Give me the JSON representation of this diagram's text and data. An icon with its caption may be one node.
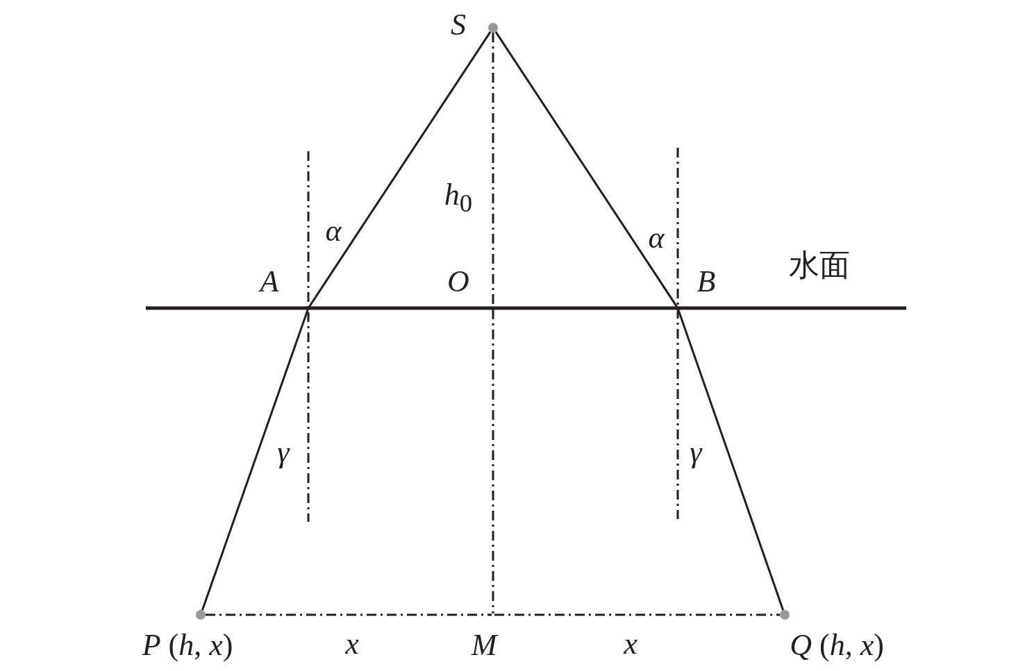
{
  "diagram": {
    "nodes": [
      {
        "text": [
          "S"
        ]
      },
      {
        "text": [
          "A"
        ]
      },
      {
        "text": [
          "O"
        ]
      },
      {
        "text": [
          "B"
        ]
      },
      {
        "text": [
          "*P* (*h*, *x*)"
        ]
      },
      {
        "text": [
          "M"
        ]
      },
      {
        "text": [
          "*Q* (*h*, *x*)"
        ]
      }
    ],
    "edges": [
      {
        "from": 0,
        "to": 1,
        "arrow": "none"
      },
      {
        "from": 0,
        "to": 3,
        "arrow": "none"
      },
      {
        "from": 1,
        "to": 4,
        "arrow": "none"
      },
      {
        "from": 3,
        "to": 6,
        "arrow": "none"
      },
      {
        "from": 0,
        "to": 2,
        "arrow": "none",
        "style": "dashed"
      },
      {
        "from": 2,
        "to": 5,
        "arrow": "none",
        "style": "dashed"
      },
      {
        "from": 4,
        "to": 5,
        "arrow": "none",
        "style": "dashed"
      },
      {
        "from": 5,
        "to": 6,
        "arrow": "none",
        "style": "dashed"
      }
    ],
    "labels": [
      "*h*$_{0}$",
      "α",
      "α",
      "水面",
      "γ",
      "γ",
      "x",
      "x"
    ]
  }
}
